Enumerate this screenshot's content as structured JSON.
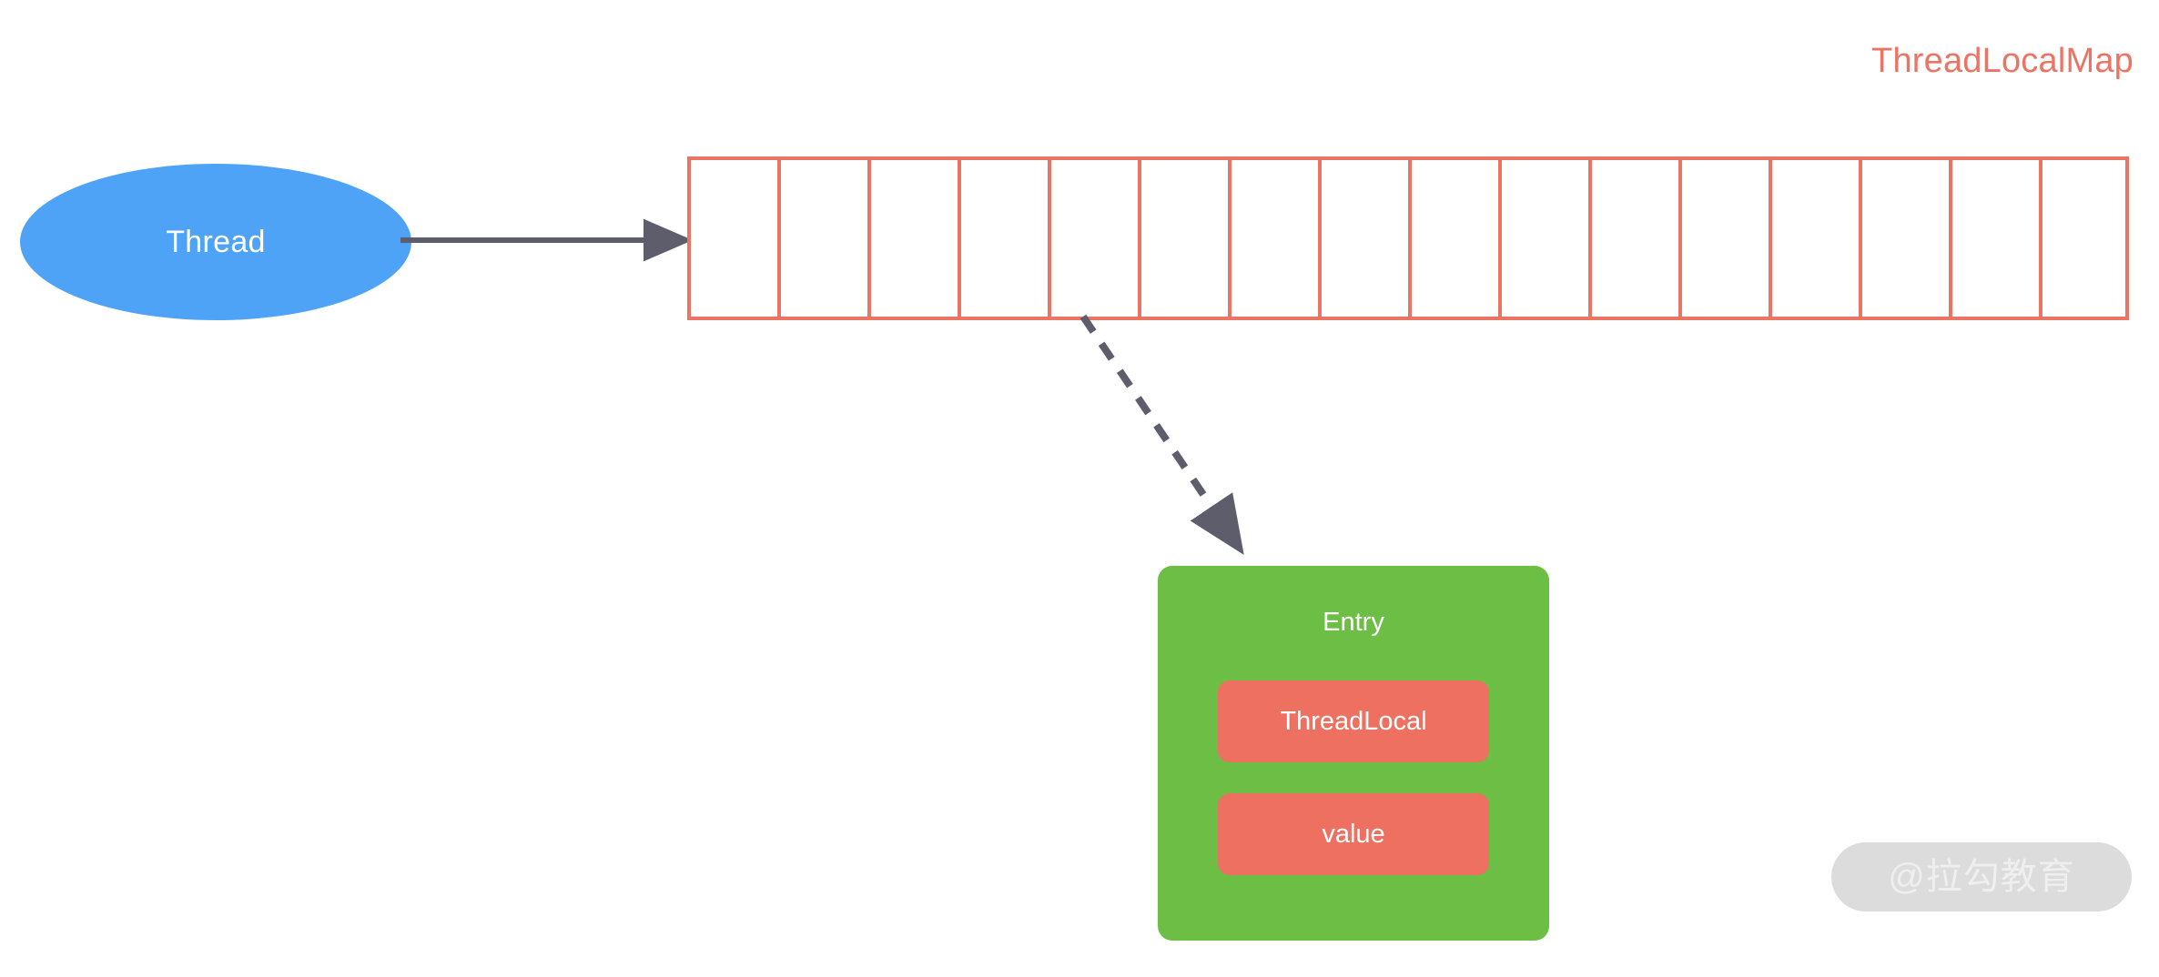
{
  "diagram": {
    "title": "ThreadLocalMap",
    "title_color": "#ec7464",
    "background_color": "#ffffff",
    "thread_node": {
      "label": "Thread",
      "shape": "ellipse",
      "fill_color": "#4ea3f7",
      "text_color": "#ffffff"
    },
    "map_array": {
      "slot_count": 16,
      "slot_values": [
        "",
        "",
        "",
        "",
        "",
        "",
        "",
        "",
        "",
        "",
        "",
        "",
        "",
        "",
        "",
        ""
      ],
      "border_color": "#ec7464",
      "fill_color": "#ffffff"
    },
    "entry": {
      "title": "Entry",
      "fill_color": "#6cbe45",
      "text_color": "#ffffff",
      "fields": [
        {
          "label": "ThreadLocal",
          "fill_color": "#ee7060",
          "text_color": "#ffffff"
        },
        {
          "label": "value",
          "fill_color": "#ee7060",
          "text_color": "#ffffff"
        }
      ]
    },
    "connectors": [
      {
        "name": "thread-to-map",
        "style": "solid",
        "color": "#5d5d6b",
        "from": "Thread",
        "to": "ThreadLocalMap array"
      },
      {
        "name": "slot-to-entry",
        "style": "dashed",
        "color": "#5d5d6b",
        "from": "ThreadLocalMap array slot",
        "to": "Entry"
      }
    ],
    "watermark": {
      "text": "@拉勾教育",
      "pill_color": "#dcdcdc",
      "text_color": "#efefef"
    }
  }
}
